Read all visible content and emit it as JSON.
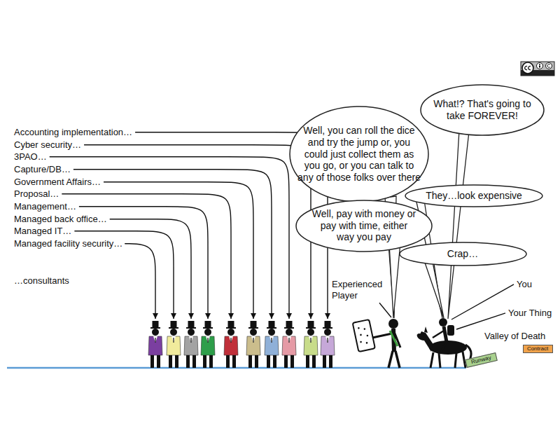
{
  "diagram": {
    "nodes": [
      {
        "text": [
          "What!? That's going to take FOREVER!"
        ]
      },
      {
        "text": [
          "Well, you can roll the dice and try the jump or, you could just collect them as you go, or you can talk to any of those folks over there"
        ]
      },
      {
        "text": [
          "They…look expensive"
        ]
      },
      {
        "text": [
          "Well, pay with money or pay with time, either way you pay"
        ]
      },
      {
        "text": [
          "Crap…"
        ]
      },
      {
        "text": [
          "Runway"
        ]
      },
      {
        "text": [
          "Contract"
        ]
      }
    ],
    "labels": [
      "Accounting implementation…",
      "Cyber security…",
      "3PAO…",
      "Capture/DB…",
      "Government Affairs…",
      "Proposal…",
      "Management…",
      "Managed back office…",
      "Managed IT…",
      "Managed facility security…",
      "…consultants",
      "Experienced Player",
      "You",
      "Your Thing",
      "Valley of Death",
      "BY",
      "SA"
    ]
  }
}
